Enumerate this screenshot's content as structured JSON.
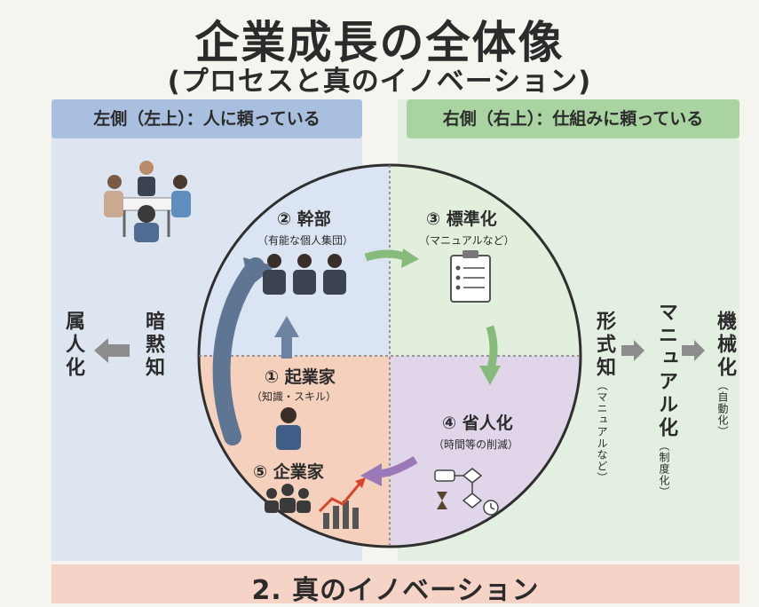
{
  "title": "企業成長の全体像",
  "subtitle": "(プロセスと真のイノベーション)",
  "header_left": "左側（左上）：人に頼っている",
  "header_right": "右側（右上）：仕組みに頼っている",
  "left_side": {
    "outer": "属人化",
    "inner": "暗黙知"
  },
  "right_side": {
    "col1": {
      "main": "形式知",
      "sub": "（マニュアルなど）"
    },
    "col2": {
      "main": "マニュアル化",
      "sub": "（制度化）"
    },
    "col3": {
      "main": "機械化",
      "sub": "（自動化）"
    }
  },
  "quadrants": {
    "q1": {
      "title": "① 起業家",
      "sub": "（知識・スキル）"
    },
    "q2": {
      "title": "② 幹部",
      "sub": "（有能な個人集団）"
    },
    "q3": {
      "title": "③ 標準化",
      "sub": "（マニュアルなど）"
    },
    "q4": {
      "title": "④ 省人化",
      "sub": "（時間等の削減）"
    },
    "q5": {
      "title": "⑤ 企業家"
    }
  },
  "bottom_label": "2. 真のイノベーション",
  "colors": {
    "q_top_left": "#dbe4f2",
    "q_top_right": "#e2efdd",
    "q_bottom_left": "#f5d0bd",
    "q_bottom_right": "#e1d5ea",
    "arrow_blue": "#5f7594",
    "arrow_green": "#86bb7c",
    "arrow_purple": "#9b79b8",
    "arrow_gray": "#8c8c8c"
  }
}
